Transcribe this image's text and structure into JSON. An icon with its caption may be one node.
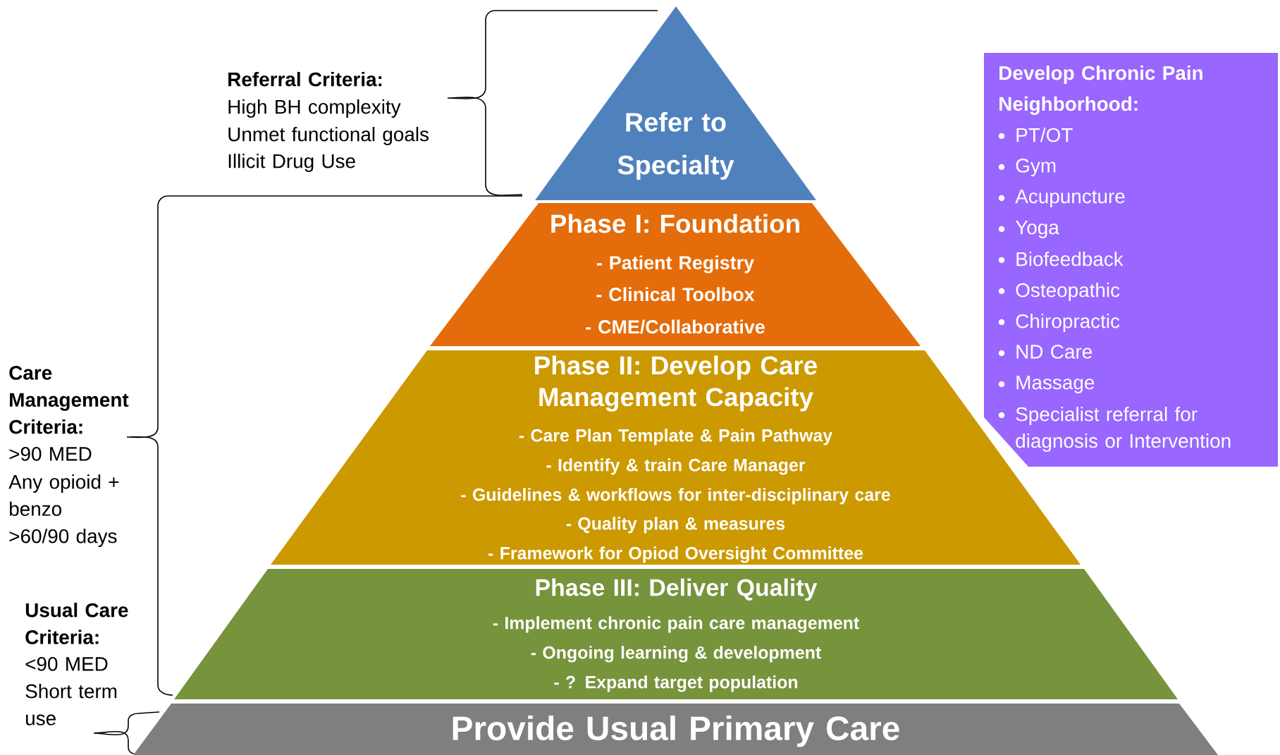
{
  "diagram": {
    "nodes": [
      {
        "text": [
          "Refer to Specialty"
        ]
      },
      {
        "text": [
          "Phase I: Foundation",
          "- Patient Registry",
          "- Clinical Toolbox",
          "- CME/Collaborative"
        ]
      },
      {
        "text": [
          "Phase II: Develop Care Management Capacity",
          "- Care Plan Template & Pain Pathway",
          "- Identify & train Care Manager",
          "- Guidelines & workflows for inter-disciplinary care",
          "- Quality plan & measures",
          "- Framework for Opiod Oversight Committee"
        ]
      },
      {
        "text": [
          "Phase III: Deliver Quality",
          "- Implement chronic pain care management",
          "- Ongoing learning & development",
          "- ? Expand target population"
        ]
      },
      {
        "text": [
          "Provide Usual Primary Care"
        ]
      },
      {
        "text": [
          "Develop Chronic Pain Neighborhood:",
          "PT/OT",
          "Gym",
          "Acupuncture",
          "Yoga",
          "Biofeedback",
          "Osteopathic",
          "Chiropractic",
          "ND Care",
          "Massage",
          "Specialist referral for diagnosis or Intervention"
        ]
      }
    ],
    "labels": [
      "Referral Criteria:",
      "High BH complexity",
      "Unmet functional goals",
      "Illicit Drug Use",
      "Care Management Criteria:",
      ">90 MED",
      "Any opioid + benzo",
      ">60/90 days",
      "Usual Care Criteria:",
      "<90 MED",
      "Short term use"
    ]
  }
}
